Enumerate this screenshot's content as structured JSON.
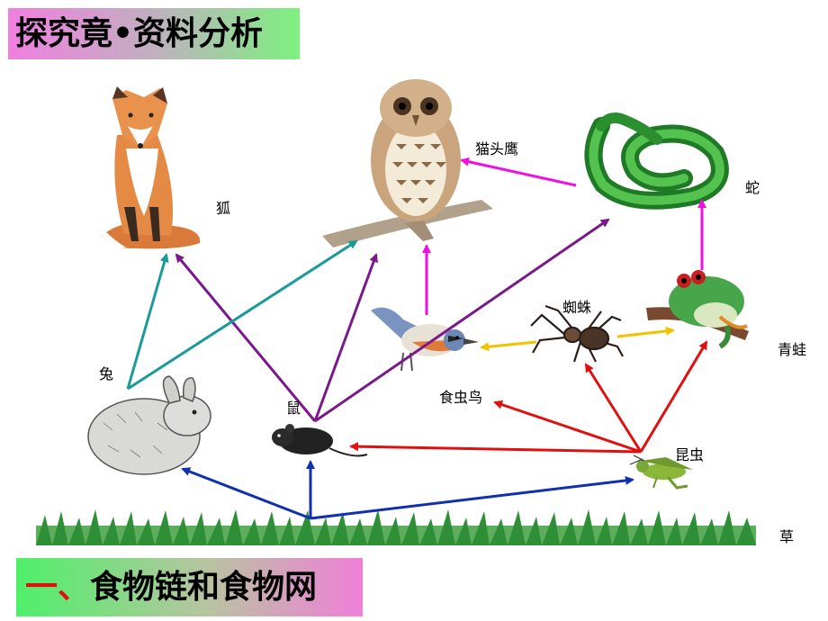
{
  "title": "探究竟•资料分析",
  "bottom_title": {
    "prefix": "一、",
    "text": "食物链和食物网"
  },
  "labels": {
    "fox": "狐",
    "owl": "猫头鹰",
    "snake": "蛇",
    "rabbit": "兔",
    "mouse": "鼠",
    "bird": "食虫鸟",
    "spider": "蜘蛛",
    "frog": "青蛙",
    "insect": "昆虫",
    "grass": "草"
  },
  "colors": {
    "grass_arrows": "#1030b0",
    "insect_arrows": "#e01010",
    "mouse_arrows": "#7a1a8a",
    "rabbit_arrows": "#1a9a9a",
    "spider_arrows": "#f2c200",
    "predator_arrows": "#ee10e0"
  }
}
